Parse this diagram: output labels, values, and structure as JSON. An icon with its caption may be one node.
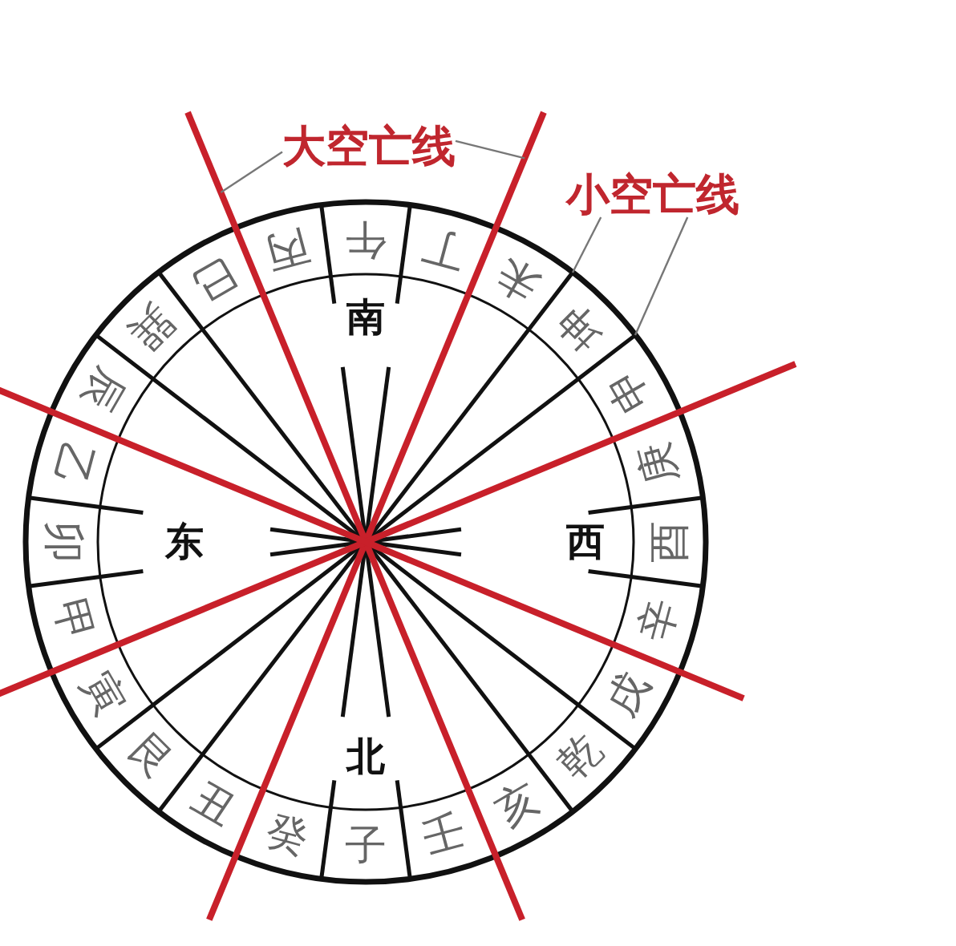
{
  "diagram": {
    "nodes": [
      {
        "text": [
          "大空亡线"
        ]
      },
      {
        "text": [
          "小空亡线"
        ]
      }
    ],
    "edges": [
      {
        "from": 0,
        "to": null,
        "arrow": "none"
      },
      {
        "from": 0,
        "to": null,
        "arrow": "none"
      },
      {
        "from": 1,
        "to": null,
        "arrow": "none"
      },
      {
        "from": 1,
        "to": null,
        "arrow": "none"
      }
    ],
    "labels": [
      "午",
      "丁",
      "未",
      "坤",
      "申",
      "庚",
      "酉",
      "辛",
      "戌",
      "乾",
      "亥",
      "壬",
      "子",
      "癸",
      "丑",
      "艮",
      "寅",
      "甲",
      "卯",
      "乙",
      "辰",
      "巽",
      "巳",
      "丙",
      "南",
      "东",
      "西",
      "北"
    ]
  }
}
